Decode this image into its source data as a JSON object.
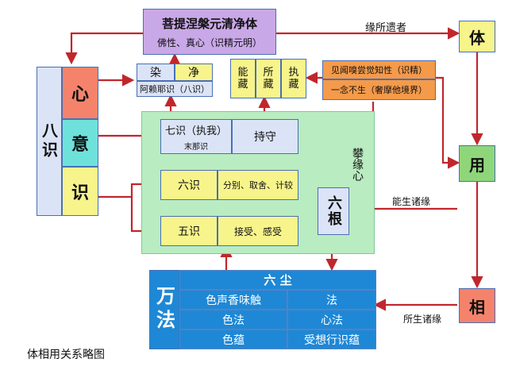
{
  "top": {
    "title": "菩提涅槃元清净体",
    "subtitle": "佛性、真心（识精元明）"
  },
  "eight": {
    "label": "八识",
    "xin": "心",
    "yi": "意",
    "shi": "识"
  },
  "ran_jing": {
    "ran": "染",
    "jing": "净",
    "alaya": "阿赖耶识（八识）"
  },
  "zang": {
    "neng": "能藏",
    "suo": "所藏",
    "zhi": "执藏"
  },
  "jianwen": {
    "line1": "见闻嗅尝觉知性（识精）",
    "line2": "一念不生（奢摩他境界）"
  },
  "green": {
    "qi": "七识（执我）",
    "mona": "末那识",
    "chishou": "持守",
    "liu": "六识",
    "liu_desc": "分别、取舍、计较",
    "wu": "五识",
    "wu_desc": "接受、感受",
    "pan": "攀缘心",
    "liugen": "六根"
  },
  "right": {
    "ti": "体",
    "yong": "用",
    "xiang": "相"
  },
  "arrows": {
    "yuansuo": "缘所遗者",
    "nengsheng": "能生诸缘",
    "suosheng": "所生诸缘"
  },
  "wanfa": {
    "label": "万法",
    "head": "六 尘",
    "rows": [
      [
        "色声香味触",
        "法"
      ],
      [
        "色法",
        "心法"
      ],
      [
        "色蕴",
        "受想行识蕴"
      ]
    ]
  },
  "caption": "体相用关系略图",
  "colors": {
    "arrow": "#c0272d",
    "lilac": "#c9a8e8",
    "yellow": "#f7f48c",
    "salmon": "#f5836b",
    "cyan": "#6ee2da",
    "green": "#b9ecc0",
    "blue": "#1e88d6"
  }
}
